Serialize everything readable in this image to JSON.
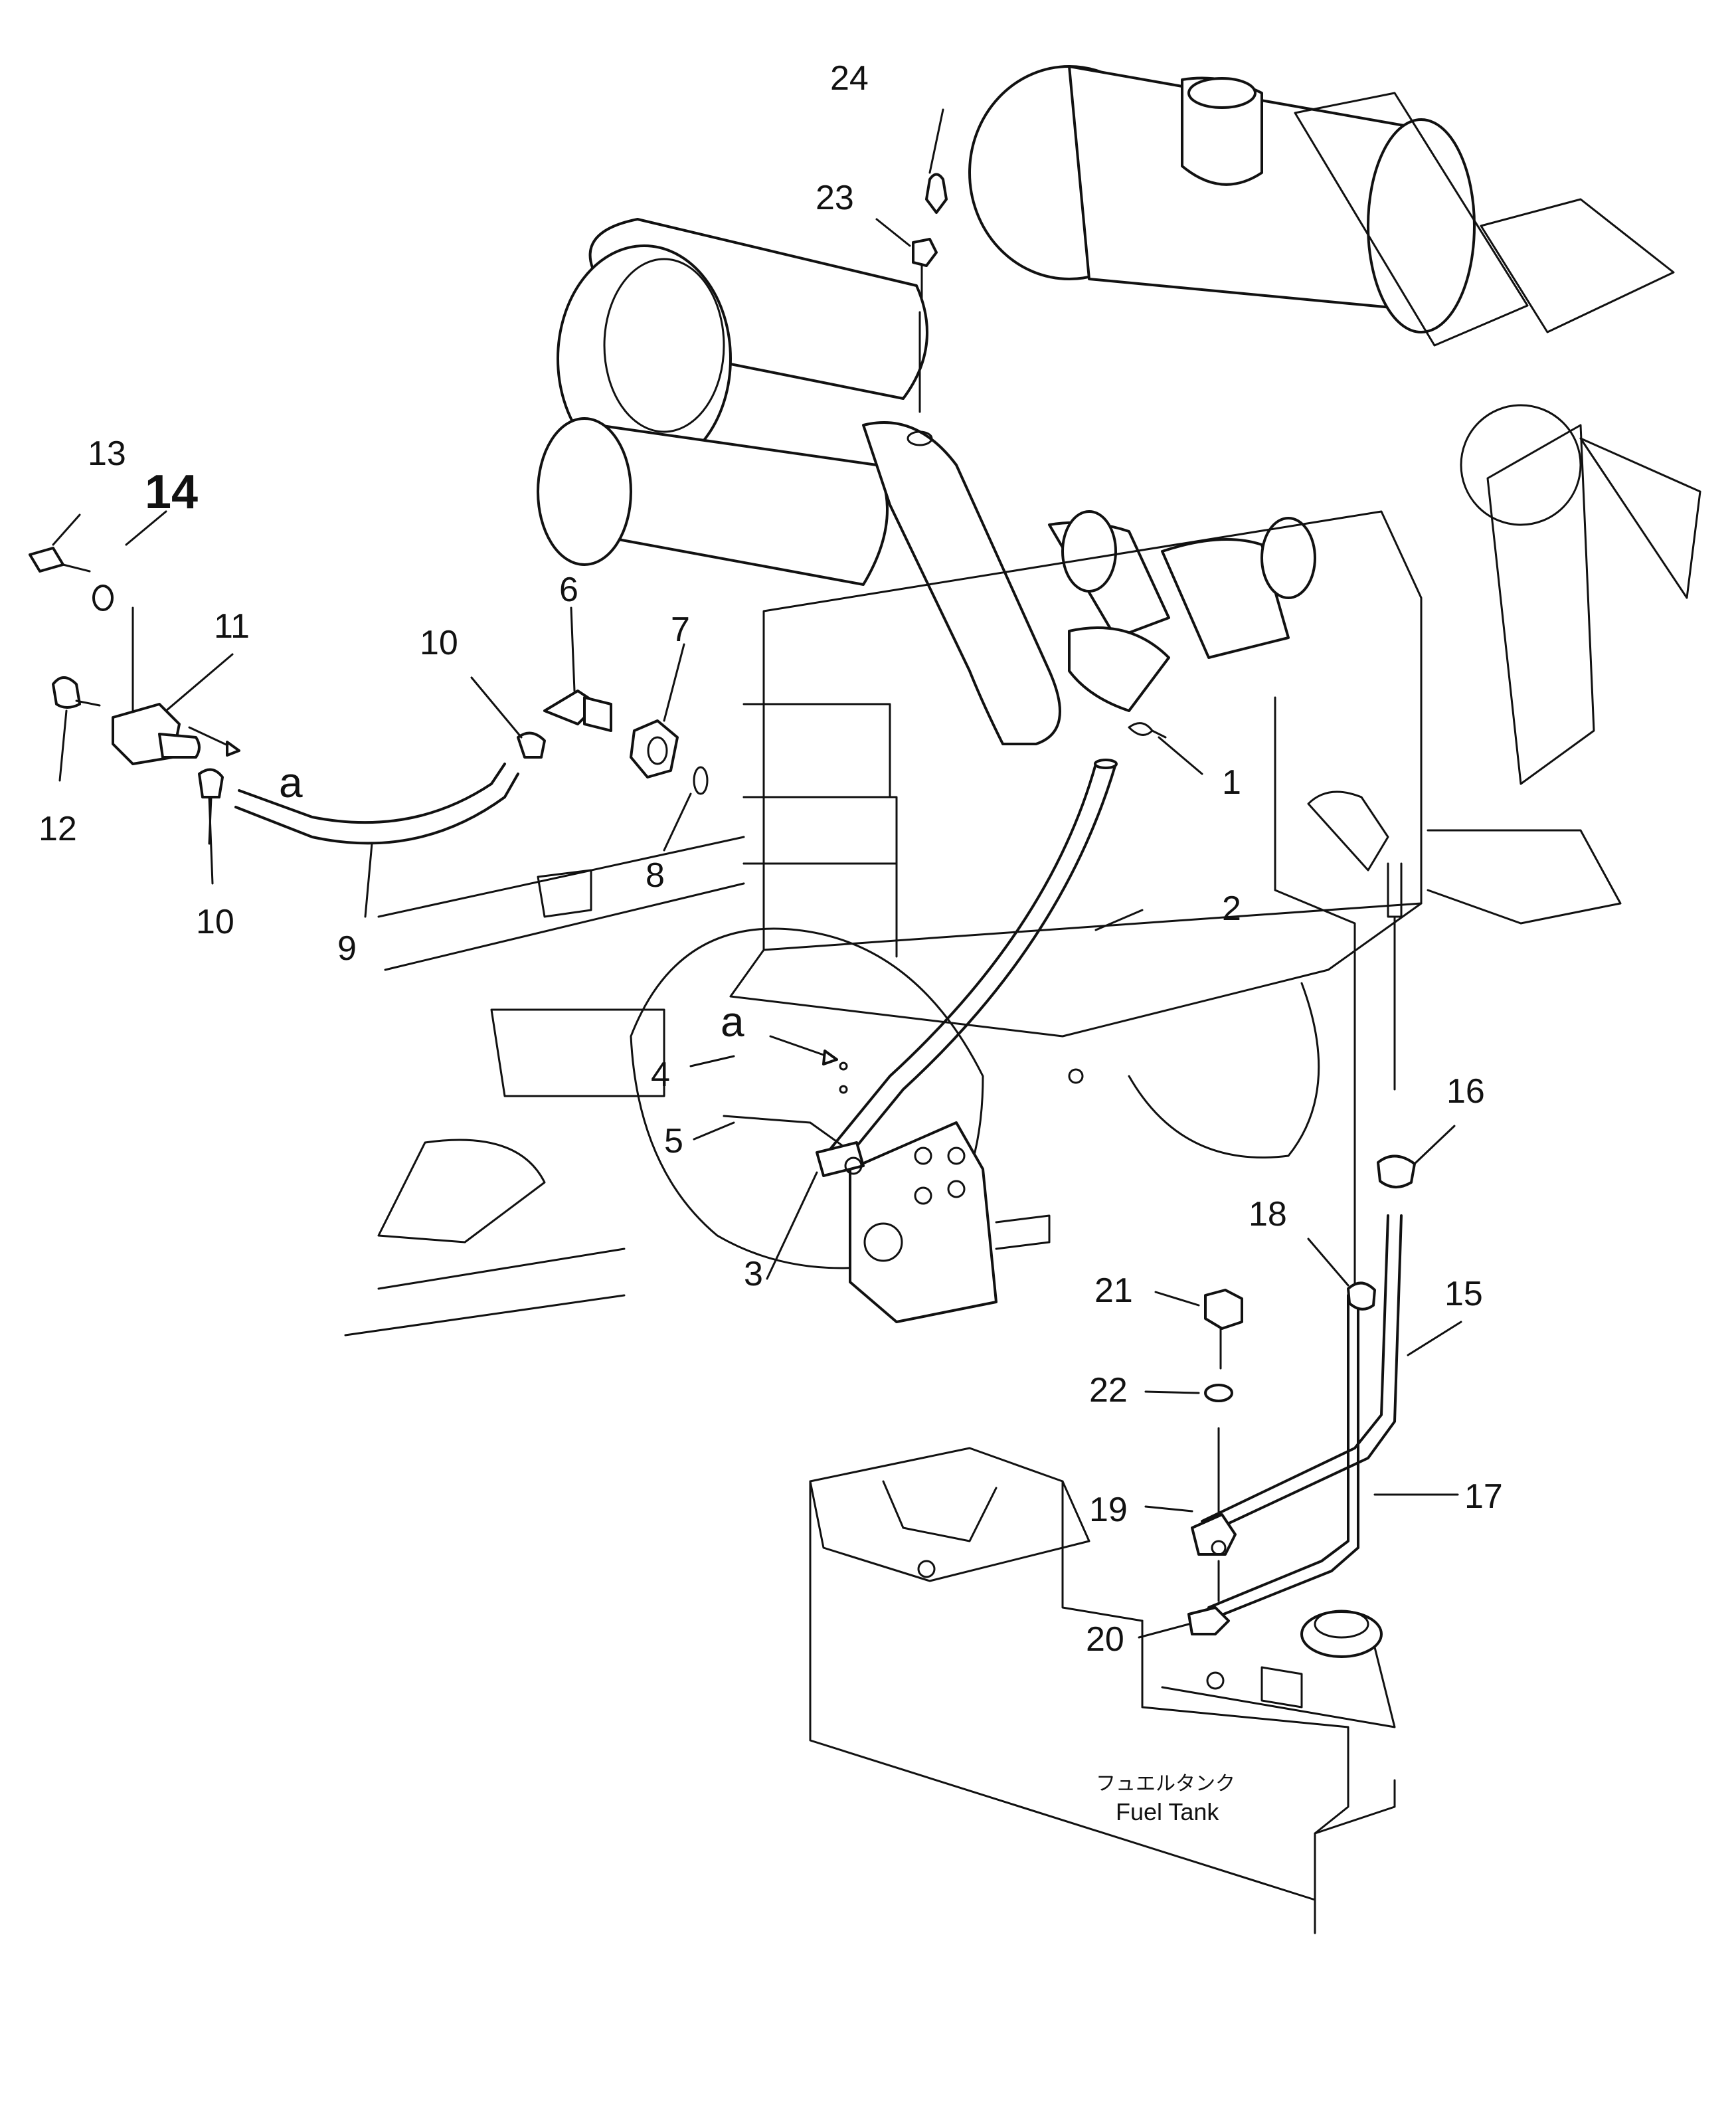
{
  "callouts": {
    "c1": "1",
    "c2": "2",
    "c3": "3",
    "c4": "4",
    "c5": "5",
    "c6": "6",
    "c7": "7",
    "c8": "8",
    "c9": "9",
    "c10a": "10",
    "c10b": "10",
    "c11": "11",
    "c12": "12",
    "c13": "13",
    "c14": "14",
    "c15": "15",
    "c16": "16",
    "c17": "17",
    "c18": "18",
    "c19": "19",
    "c20": "20",
    "c21": "21",
    "c22": "22",
    "c23": "23",
    "c24": "24"
  },
  "view_markers": {
    "left": "a",
    "right": "a"
  },
  "tank_label": {
    "jp": "フュエルタンク",
    "en": "Fuel Tank"
  },
  "colors": {
    "line": "#111111",
    "background": "#ffffff"
  }
}
